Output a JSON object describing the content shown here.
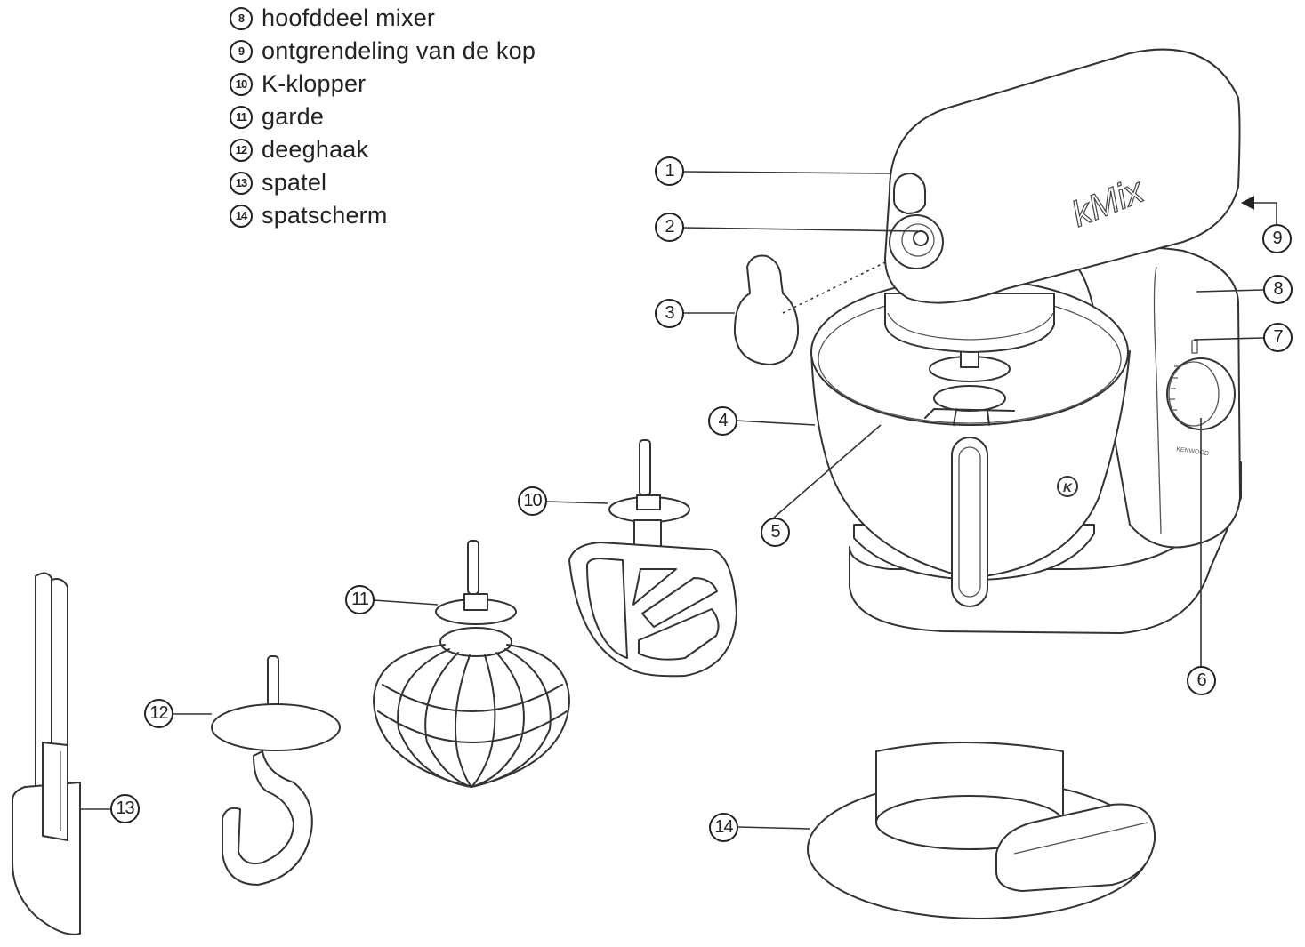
{
  "legend": [
    {
      "num": "8",
      "label": "hoofddeel mixer"
    },
    {
      "num": "9",
      "label": "ontgrendeling van de kop"
    },
    {
      "num": "10",
      "label": "K-klopper"
    },
    {
      "num": "11",
      "label": "garde"
    },
    {
      "num": "12",
      "label": "deeghaak"
    },
    {
      "num": "13",
      "label": "spatel"
    },
    {
      "num": "14",
      "label": "spatscherm"
    }
  ],
  "callouts": {
    "c1": "1",
    "c2": "2",
    "c3": "3",
    "c4": "4",
    "c5": "5",
    "c6": "6",
    "c7": "7",
    "c8": "8",
    "c9": "9",
    "c10": "10",
    "c11": "11",
    "c12": "12",
    "c13": "13",
    "c14": "14"
  },
  "product": {
    "brand_head": "kMix",
    "brand_base": "KENWOOD",
    "bowl_logo": "K"
  }
}
